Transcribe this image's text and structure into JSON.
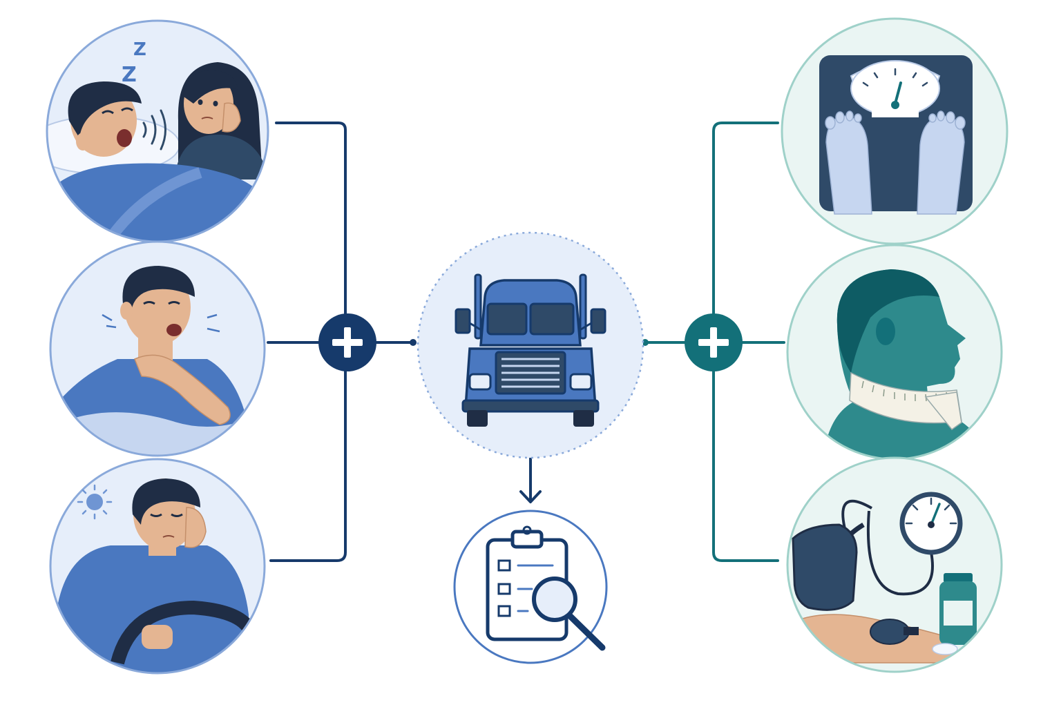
{
  "colors": {
    "navy": "#163a6b",
    "blue": "#4a78c0",
    "blue_light": "#6f95d3",
    "bg_blue": "#e6eefa",
    "ring_blue": "#8aa9da",
    "teal": "#137079",
    "teal_dark": "#0e5c64",
    "teal_mid": "#2e8a8c",
    "ring_teal": "#9fd1c9",
    "bg_teal": "#eaf5f3",
    "skin": "#e4b592",
    "hair": "#1f2d45",
    "slate": "#2f4a68"
  },
  "letters": {
    "z1": "Z",
    "z2": "Z"
  },
  "nodes": {
    "left": [
      {
        "name": "snoring-person",
        "icon": "snoring-icon"
      },
      {
        "name": "choking-person",
        "icon": "choking-icon"
      },
      {
        "name": "daytime-sleepy-driver",
        "icon": "drowsy-driver-icon"
      }
    ],
    "center": {
      "name": "truck",
      "icon": "truck-icon"
    },
    "bottom": {
      "name": "screening-checklist",
      "icon": "clipboard-magnifier-icon"
    },
    "right": [
      {
        "name": "weight-scale",
        "icon": "scale-icon"
      },
      {
        "name": "neck-circumference",
        "icon": "neck-measure-icon"
      },
      {
        "name": "blood-pressure",
        "icon": "blood-pressure-icon"
      }
    ],
    "junctions": [
      "plus-icon",
      "plus-icon"
    ]
  }
}
